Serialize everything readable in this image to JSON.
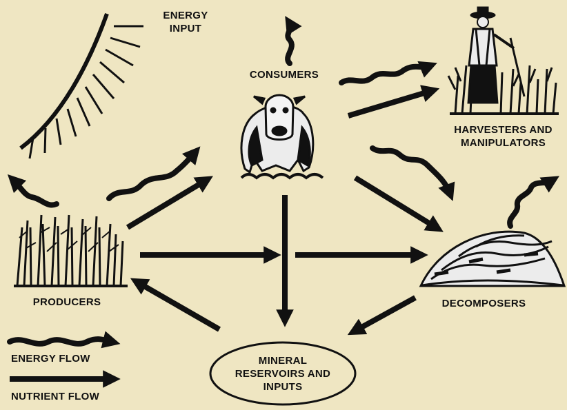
{
  "colors": {
    "background": "#efe6c2",
    "ink": "#111111"
  },
  "labels": {
    "energy_input": [
      "ENERGY",
      "INPUT"
    ],
    "consumers": "CONSUMERS",
    "harvesters": [
      "HARVESTERS AND",
      "MANIPULATORS"
    ],
    "producers": "PRODUCERS",
    "decomposers": "DECOMPOSERS",
    "mineral": [
      "MINERAL",
      "RESERVOIRS AND",
      "INPUTS"
    ]
  },
  "legend": {
    "energy_flow": "ENERGY FLOW",
    "nutrient_flow": "NUTRIENT FLOW"
  },
  "icons": {
    "sun": "sun-icon",
    "cow": "cow-icon",
    "farmer": "farmer-icon",
    "plants": "plants-icon",
    "compost": "compost-heap-icon"
  }
}
